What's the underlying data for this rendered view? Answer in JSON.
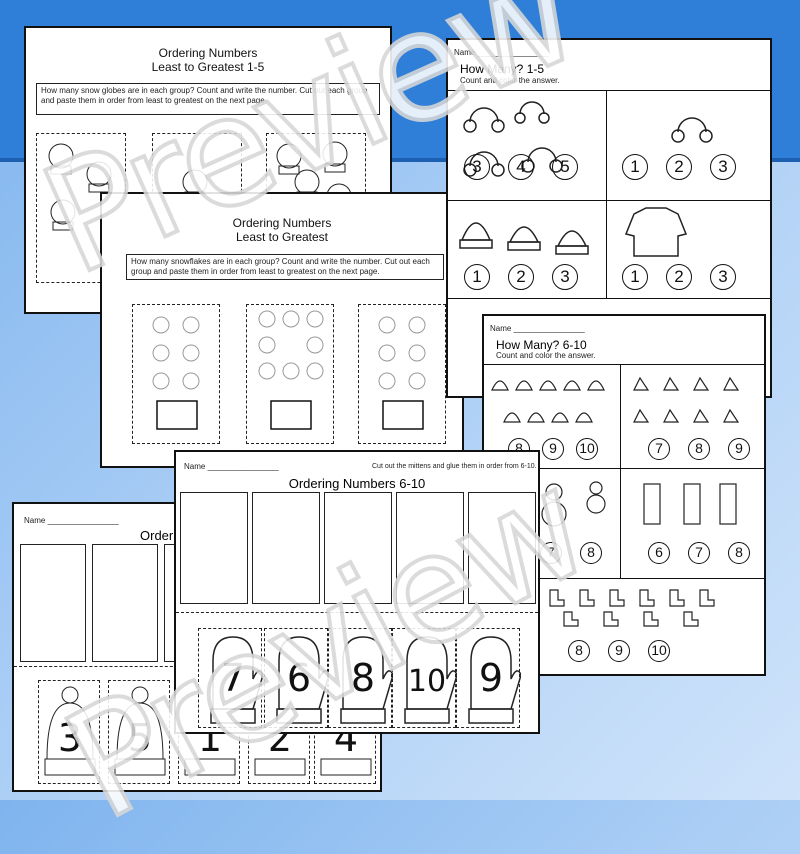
{
  "sheet1": {
    "title_line1": "Ordering Numbers",
    "title_line2": "Least to Greatest 1-5",
    "instructions": "How many snow globes are in each group? Count and write the number. Cut out each group and paste them in order from least to greatest on the next page."
  },
  "sheet2": {
    "title_line1": "Ordering Numbers",
    "title_line2": "Least to Greatest",
    "instructions": "How many snowflakes are in each group? Count and write the number. Cut out each group and paste them in order from least to greatest on the next page."
  },
  "sheet3": {
    "name_label": "Name",
    "title": "How Many? 1-5",
    "subtitle": "Count and color the answer.",
    "row1_left": [
      "3",
      "4",
      "5"
    ],
    "row1_right": [
      "1",
      "2",
      "3"
    ],
    "row2_left": [
      "1",
      "2",
      "3"
    ],
    "row2_right": [
      "1",
      "2",
      "3"
    ]
  },
  "sheet4": {
    "name_label": "Name",
    "title": "How Many? 6-10",
    "subtitle": "Count and color the answer.",
    "row1_left": [
      "8",
      "9",
      "10"
    ],
    "row1_right": [
      "7",
      "8",
      "9"
    ],
    "row2_left": [
      "7",
      "8"
    ],
    "row2_right": [
      "6",
      "7",
      "8"
    ],
    "row3": [
      "8",
      "9",
      "10"
    ]
  },
  "sheet5": {
    "name_label": "Name",
    "title": "Ordering Numbers 6-10",
    "instructions": "Cut out the mittens and glue them in order from 6-10.",
    "mittens": [
      "7",
      "6",
      "8",
      "10",
      "9"
    ]
  },
  "sheet6": {
    "name_label": "Name",
    "title": "Ordering",
    "hats": [
      "3",
      "5",
      "1",
      "2",
      "4"
    ]
  },
  "watermark": {
    "text": "Preview"
  },
  "colors": {
    "background": "#a9cdf5",
    "band": "#2f7fd8",
    "ink": "#111111"
  }
}
